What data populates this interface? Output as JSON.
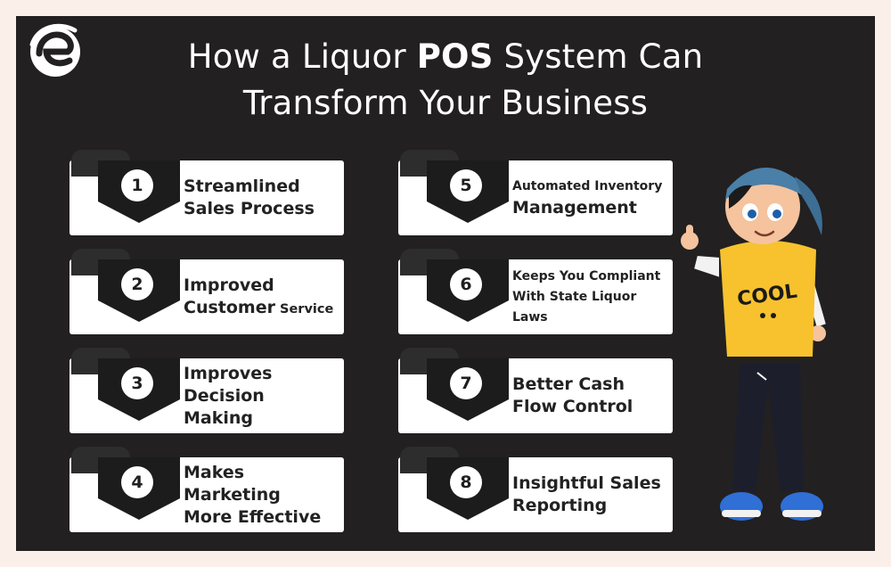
{
  "brand": {
    "logo_icon": "e-logo-icon"
  },
  "title": {
    "line1_pre": "How a Liquor ",
    "line1_bold": "POS",
    "line1_post": " System Can",
    "line2": "Transform Your Business"
  },
  "items": [
    {
      "number": "1",
      "line1": "Streamlined",
      "line2": "Sales Process"
    },
    {
      "number": "2",
      "line1": "Improved",
      "line2": "Customer",
      "line2_small": " Service"
    },
    {
      "number": "3",
      "line1": "Improves",
      "line2": "Decision Making"
    },
    {
      "number": "4",
      "line1": "Makes Marketing",
      "line2": "More Effective"
    },
    {
      "number": "5",
      "line1_small": "Automated Inventory",
      "line2": "Management"
    },
    {
      "number": "6",
      "line1_small": "Keeps You Compliant",
      "line2_small": "With State Liquor Laws"
    },
    {
      "number": "7",
      "line1": "Better Cash",
      "line2": "Flow Control"
    },
    {
      "number": "8",
      "line1": "Insightful Sales",
      "line2": "Reporting"
    }
  ],
  "illustration": {
    "icon": "cartoon-boy-thumbs-up-icon",
    "shirt_text": "COOL"
  },
  "colors": {
    "background": "#222020",
    "card": "#ffffff",
    "chevron": "#1c1c1c",
    "shirt": "#f7c22e",
    "cap": "#4a7fa8"
  }
}
